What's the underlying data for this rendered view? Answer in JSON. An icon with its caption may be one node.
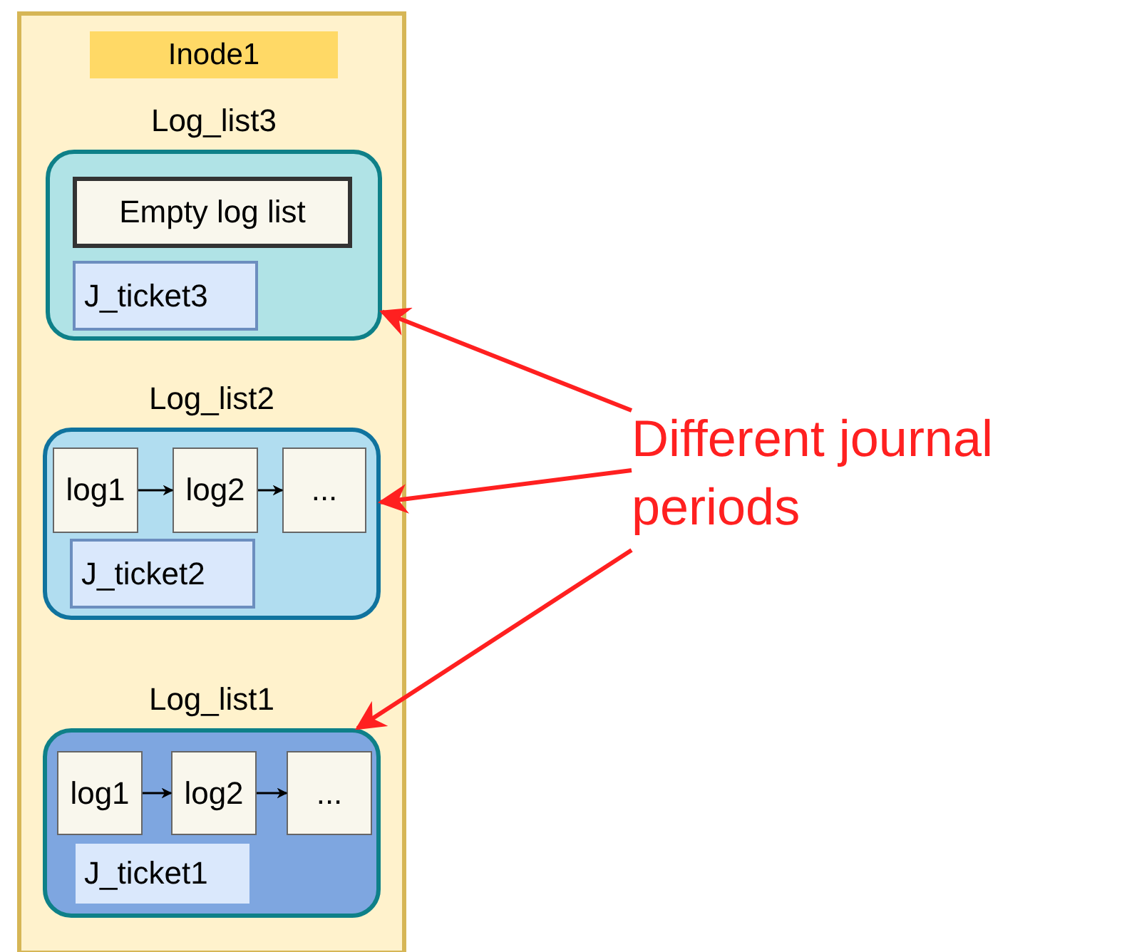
{
  "diagram": {
    "nodes": [
      {
        "text": [],
        "shape": "box"
      },
      {
        "text": [
          "Inode1"
        ],
        "in": 0
      },
      {
        "text": [
          "Log_list3"
        ],
        "in": 0
      },
      {
        "text": [
          "Empty log list"
        ],
        "in": 2
      },
      {
        "text": [
          "J_ticket3"
        ],
        "in": 2
      },
      {
        "text": [
          "Log_list2"
        ],
        "in": 0
      },
      {
        "text": [
          "log1"
        ],
        "in": 5
      },
      {
        "text": [
          "log2"
        ],
        "in": 5
      },
      {
        "text": [
          "..."
        ],
        "in": 5
      },
      {
        "text": [
          "J_ticket2"
        ],
        "in": 5
      },
      {
        "text": [
          "Log_list1"
        ],
        "in": 0
      },
      {
        "text": [
          "log1"
        ],
        "in": 10
      },
      {
        "text": [
          "log2"
        ],
        "in": 10
      },
      {
        "text": [
          "..."
        ],
        "in": 10
      },
      {
        "text": [
          "J_ticket1"
        ],
        "in": 10
      },
      {
        "text": [
          "Different journal periods"
        ]
      }
    ],
    "edges": [
      {
        "from": 6,
        "to": 7,
        "arrow": "to"
      },
      {
        "from": 7,
        "to": 8,
        "arrow": "to"
      },
      {
        "from": 11,
        "to": 12,
        "arrow": "to"
      },
      {
        "from": 12,
        "to": 13,
        "arrow": "to"
      },
      {
        "from": 15,
        "to": 2,
        "arrow": "to",
        "style": "thick",
        "color": "#ff2020"
      },
      {
        "from": 15,
        "to": 5,
        "arrow": "to",
        "style": "thick",
        "color": "#ff2020"
      },
      {
        "from": 15,
        "to": 10,
        "arrow": "to",
        "style": "thick",
        "color": "#ff2020"
      }
    ]
  }
}
